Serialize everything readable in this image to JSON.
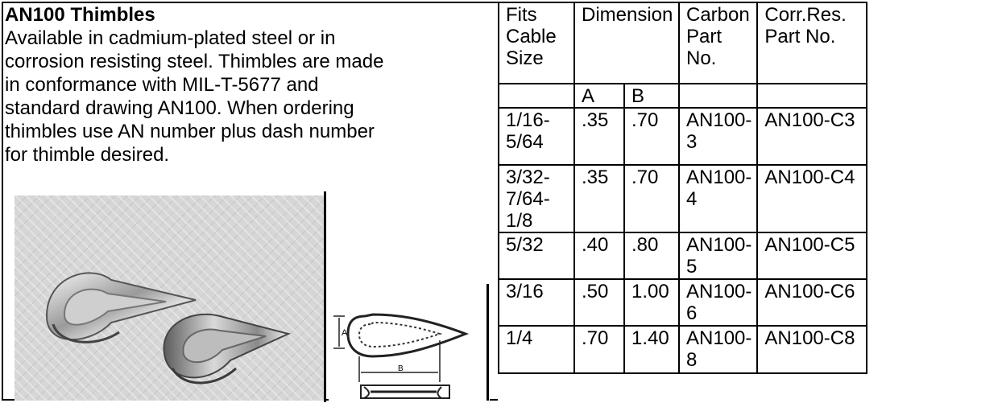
{
  "product": {
    "title": "AN100 Thimbles",
    "description_lines": [
      "Available in cadmium-plated steel or in",
      "corrosion resisting steel. Thimbles are made",
      "in conformance with MIL-T-5677 and",
      "standard drawing AN100. When ordering",
      "thimbles use AN number plus dash number",
      "for thimble desired."
    ]
  },
  "drawing": {
    "label_a": "A",
    "label_b": "B"
  },
  "table": {
    "headers": {
      "fits_cable_size": [
        "Fits",
        "Cable",
        "Size"
      ],
      "dimension": "Dimension",
      "carbon_part_no": [
        "Carbon",
        "Part No."
      ],
      "corr_res_part_no": [
        "Corr.Res.",
        "Part No."
      ],
      "dim_a": "A",
      "dim_b": "B"
    },
    "rows": [
      {
        "size": [
          "1/16-",
          "5/64"
        ],
        "a": ".35",
        "b": ".70",
        "carbon": [
          "AN100-",
          "3"
        ],
        "corr": "AN100-C3"
      },
      {
        "size": [
          "3/32-",
          "7/64-1/8"
        ],
        "a": ".35",
        "b": ".70",
        "carbon": [
          "AN100-",
          "4"
        ],
        "corr": "AN100-C4"
      },
      {
        "size": [
          "5/32"
        ],
        "a": ".40",
        "b": ".80",
        "carbon": [
          "AN100-",
          "5"
        ],
        "corr": "AN100-C5"
      },
      {
        "size": [
          "3/16"
        ],
        "a": ".50",
        "b": "1.00",
        "carbon": [
          "AN100-",
          "6"
        ],
        "corr": "AN100-C6"
      },
      {
        "size": [
          "1/4"
        ],
        "a": ".70",
        "b": "1.40",
        "carbon": [
          "AN100-",
          "8"
        ],
        "corr": "AN100-C8"
      }
    ]
  }
}
